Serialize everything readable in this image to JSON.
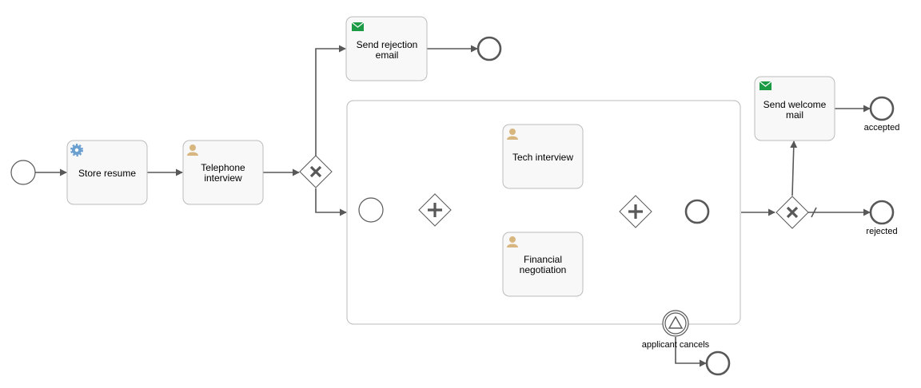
{
  "tasks": {
    "store_resume": "Store resume",
    "telephone_interview": [
      "Telephone",
      "interview"
    ],
    "send_rejection_email": [
      "Send rejection",
      "email"
    ],
    "tech_interview": "Tech interview",
    "financial_negotiation": [
      "Financial",
      "negotiation"
    ],
    "send_welcome_mail": [
      "Send welcome",
      "mail"
    ]
  },
  "events": {
    "accepted": "accepted",
    "rejected": "rejected",
    "applicant_cancels": "applicant cancels"
  },
  "colors": {
    "service_icon": "#6a9fd0",
    "user_icon": "#d8b680",
    "mail_icon": "#1c9a45",
    "stroke": "#585858"
  }
}
